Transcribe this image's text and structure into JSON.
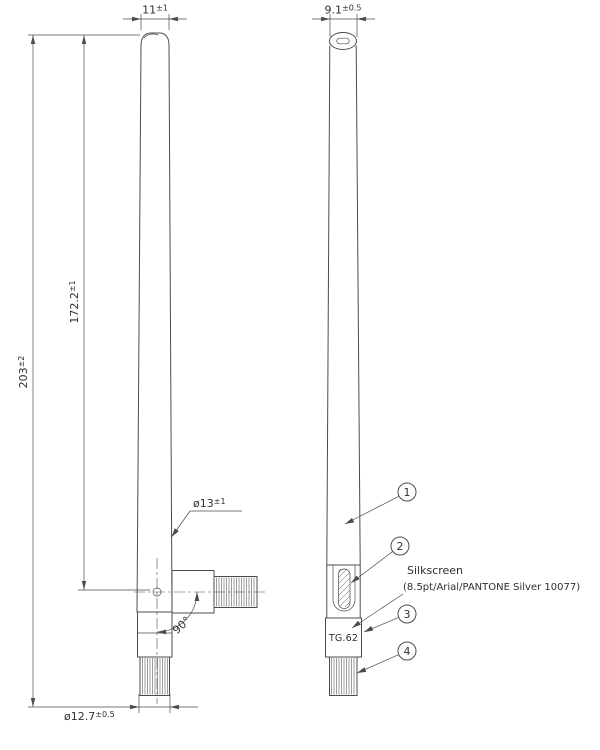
{
  "left_view": {
    "dim_tip_width": {
      "value": "11",
      "tolerance": "±1"
    },
    "dim_overall_height": {
      "value": "203",
      "tolerance": "±2"
    },
    "dim_body_height": {
      "value": "172.2",
      "tolerance": "±1"
    },
    "dim_body_diameter": {
      "value": "ø13",
      "tolerance": "±1"
    },
    "dim_connector_diameter": {
      "value": "ø12.7",
      "tolerance": "±0.5"
    },
    "dim_hinge_angle": "90°"
  },
  "right_view": {
    "dim_tip_width": {
      "value": "9.1",
      "tolerance": "±0.5"
    },
    "model_label": "TG.62"
  },
  "callouts": {
    "c1": "1",
    "c2": "2",
    "c3": "3",
    "c4": "4"
  },
  "notes": {
    "silkscreen_title": "Silkscreen",
    "silkscreen_spec": "(8.5pt/Arial/PANTONE Silver 10077)"
  }
}
